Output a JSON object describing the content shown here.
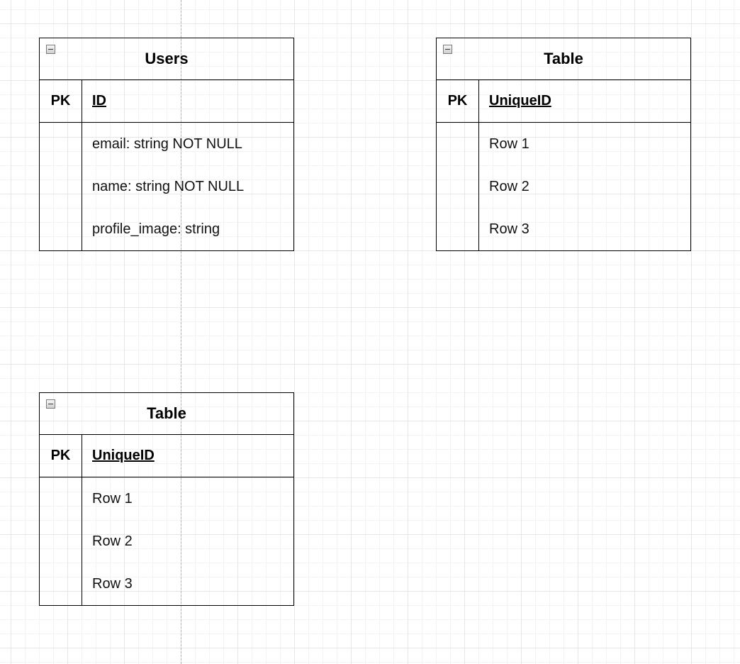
{
  "entities": [
    {
      "title": "Users",
      "key_label": "PK",
      "key_field": "ID",
      "rows": [
        "email: string NOT NULL",
        "name: string NOT NULL",
        "profile_image: string"
      ]
    },
    {
      "title": "Table",
      "key_label": "PK",
      "key_field": "UniqueID",
      "rows": [
        "Row 1",
        "Row 2",
        "Row 3"
      ]
    },
    {
      "title": "Table",
      "key_label": "PK",
      "key_field": "UniqueID",
      "rows": [
        "Row 1",
        "Row 2",
        "Row 3"
      ]
    }
  ],
  "icons": {
    "collapse": "collapse-minus-icon"
  }
}
